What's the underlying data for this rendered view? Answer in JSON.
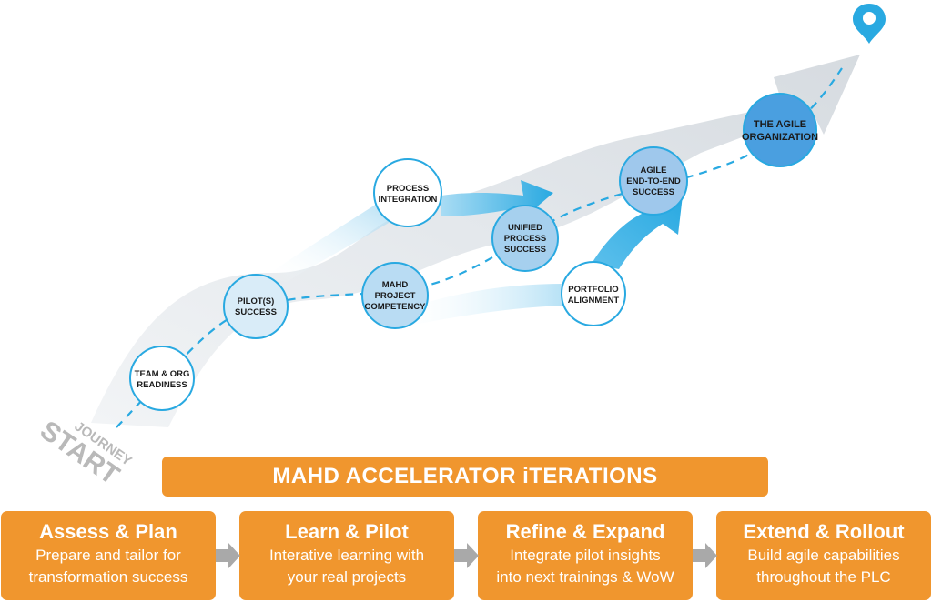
{
  "start": {
    "line1": "JOURNEY",
    "line2": "START"
  },
  "nodes": [
    {
      "lines": [
        "TEAM & ORG",
        "READINESS"
      ]
    },
    {
      "lines": [
        "PILOT(S)",
        "SUCCESS"
      ]
    },
    {
      "lines": [
        "MAHD",
        "PROJECT",
        "COMPETENCY"
      ]
    },
    {
      "lines": [
        "PROCESS",
        "INTEGRATION"
      ]
    },
    {
      "lines": [
        "UNIFIED",
        "PROCESS",
        "SUCCESS"
      ]
    },
    {
      "lines": [
        "PORTFOLIO",
        "ALIGNMENT"
      ]
    },
    {
      "lines": [
        "AGILE",
        "END-TO-END",
        "SUCCESS"
      ]
    },
    {
      "lines": [
        "THE AGILE",
        "ORGANIZATION"
      ]
    }
  ],
  "banner": {
    "title": "MAHD ACCELERATOR iTERATIONS"
  },
  "stages": [
    {
      "title": "Assess & Plan",
      "line1": "Prepare and tailor for",
      "line2": "transformation success"
    },
    {
      "title": "Learn & Pilot",
      "line1": "Interative learning with",
      "line2": "your real projects"
    },
    {
      "title": "Refine & Expand",
      "line1": "Integrate pilot insights",
      "line2": "into next trainings & WoW"
    },
    {
      "title": "Extend & Rollout",
      "line1": "Build agile capabilities",
      "line2": "throughout the PLC"
    }
  ],
  "icons": {
    "destination": "location-pin-icon",
    "connector": "chevron-right-icon"
  },
  "colors": {
    "orange": "#f0962e",
    "blue": "#29a9e1",
    "grey_path": "#e2e6ea"
  }
}
